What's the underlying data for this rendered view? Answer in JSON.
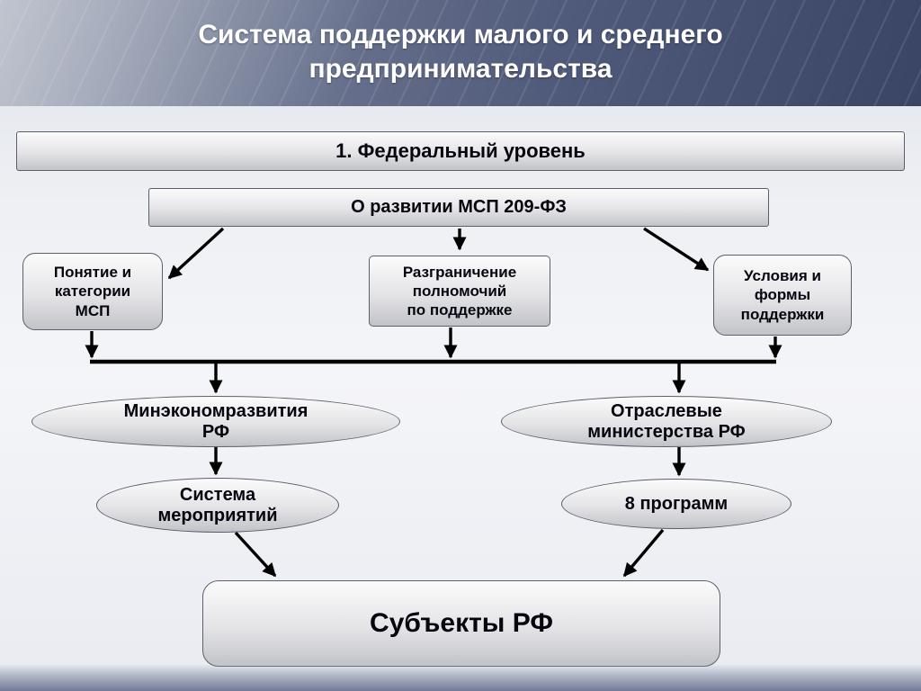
{
  "slide": {
    "title": "Система поддержки малого и среднего\nпредпринимательства",
    "federal_level": "1. Федеральный уровень",
    "law": "О развитии МСП 209-ФЗ",
    "concept": "Понятие и\nкатегории\nМСП",
    "delimitation": "Разграничение\nполномочий\nпо поддержке",
    "conditions": "Условия и\nформы\nподдержки",
    "ministry_econ": "Минэкономразвития\nРФ",
    "sector_ministries": "Отраслевые\nминистерства РФ",
    "measures": "Система\nмероприятий",
    "programs": "8 программ",
    "subjects": "Субъекты РФ"
  },
  "colors": {
    "header_dark": "#3a4566",
    "header_light": "#9aa1b2",
    "node_border": "#595f6b",
    "node_fill_top": "#fbfbfb",
    "node_fill_bottom": "#c2c3c8",
    "arrow": "#000000",
    "title_text": "#ffffff",
    "node_text": "#05050f"
  }
}
